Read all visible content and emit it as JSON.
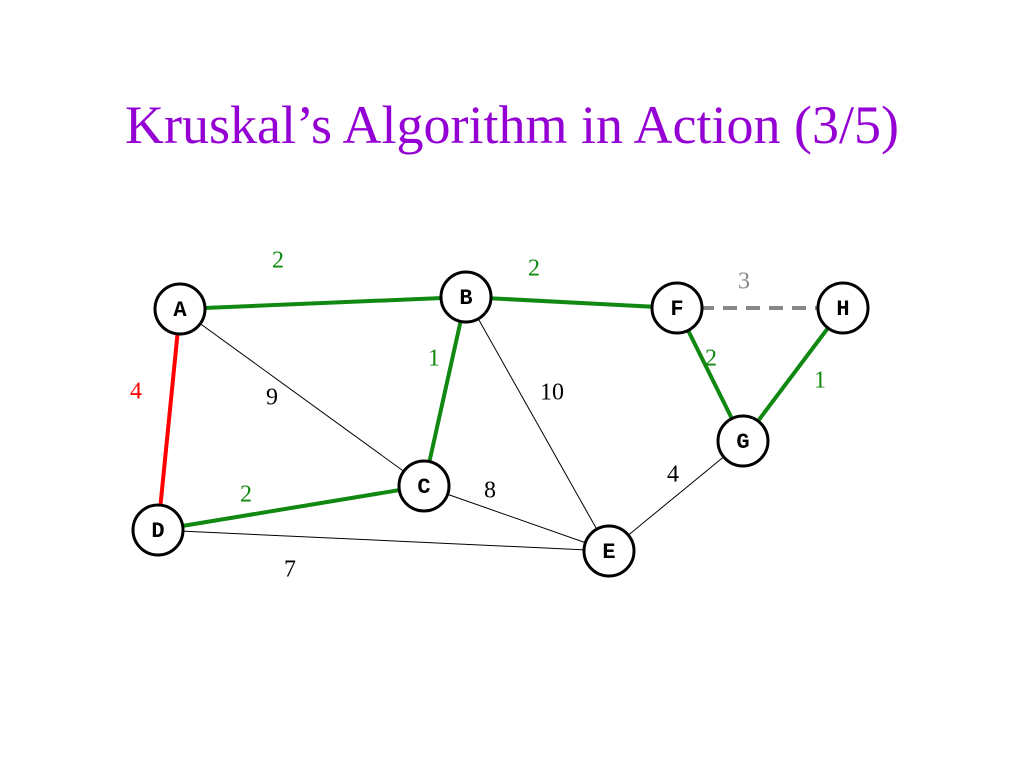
{
  "title": "Kruskal’s Algorithm in Action (3/5)",
  "colors": {
    "title": "#9400d3",
    "accepted": "#118811",
    "candidate": "#ff0000",
    "rejected": "#888888",
    "unprocessed": "#000000"
  },
  "nodes": [
    {
      "id": "A",
      "label": "A"
    },
    {
      "id": "B",
      "label": "B"
    },
    {
      "id": "C",
      "label": "C"
    },
    {
      "id": "D",
      "label": "D"
    },
    {
      "id": "E",
      "label": "E"
    },
    {
      "id": "F",
      "label": "F"
    },
    {
      "id": "G",
      "label": "G"
    },
    {
      "id": "H",
      "label": "H"
    }
  ],
  "edges": [
    {
      "from": "A",
      "to": "B",
      "weight": "2",
      "state": "accepted"
    },
    {
      "from": "B",
      "to": "F",
      "weight": "2",
      "state": "accepted"
    },
    {
      "from": "F",
      "to": "H",
      "weight": "3",
      "state": "rejected"
    },
    {
      "from": "A",
      "to": "D",
      "weight": "4",
      "state": "candidate"
    },
    {
      "from": "A",
      "to": "C",
      "weight": "9",
      "state": "unprocessed"
    },
    {
      "from": "B",
      "to": "C",
      "weight": "1",
      "state": "accepted"
    },
    {
      "from": "B",
      "to": "E",
      "weight": "10",
      "state": "unprocessed"
    },
    {
      "from": "F",
      "to": "G",
      "weight": "2",
      "state": "accepted"
    },
    {
      "from": "H",
      "to": "G",
      "weight": "1",
      "state": "accepted"
    },
    {
      "from": "G",
      "to": "E",
      "weight": "4",
      "state": "unprocessed"
    },
    {
      "from": "C",
      "to": "E",
      "weight": "8",
      "state": "unprocessed"
    },
    {
      "from": "D",
      "to": "C",
      "weight": "2",
      "state": "accepted"
    },
    {
      "from": "D",
      "to": "E",
      "weight": "7",
      "state": "unprocessed"
    }
  ]
}
